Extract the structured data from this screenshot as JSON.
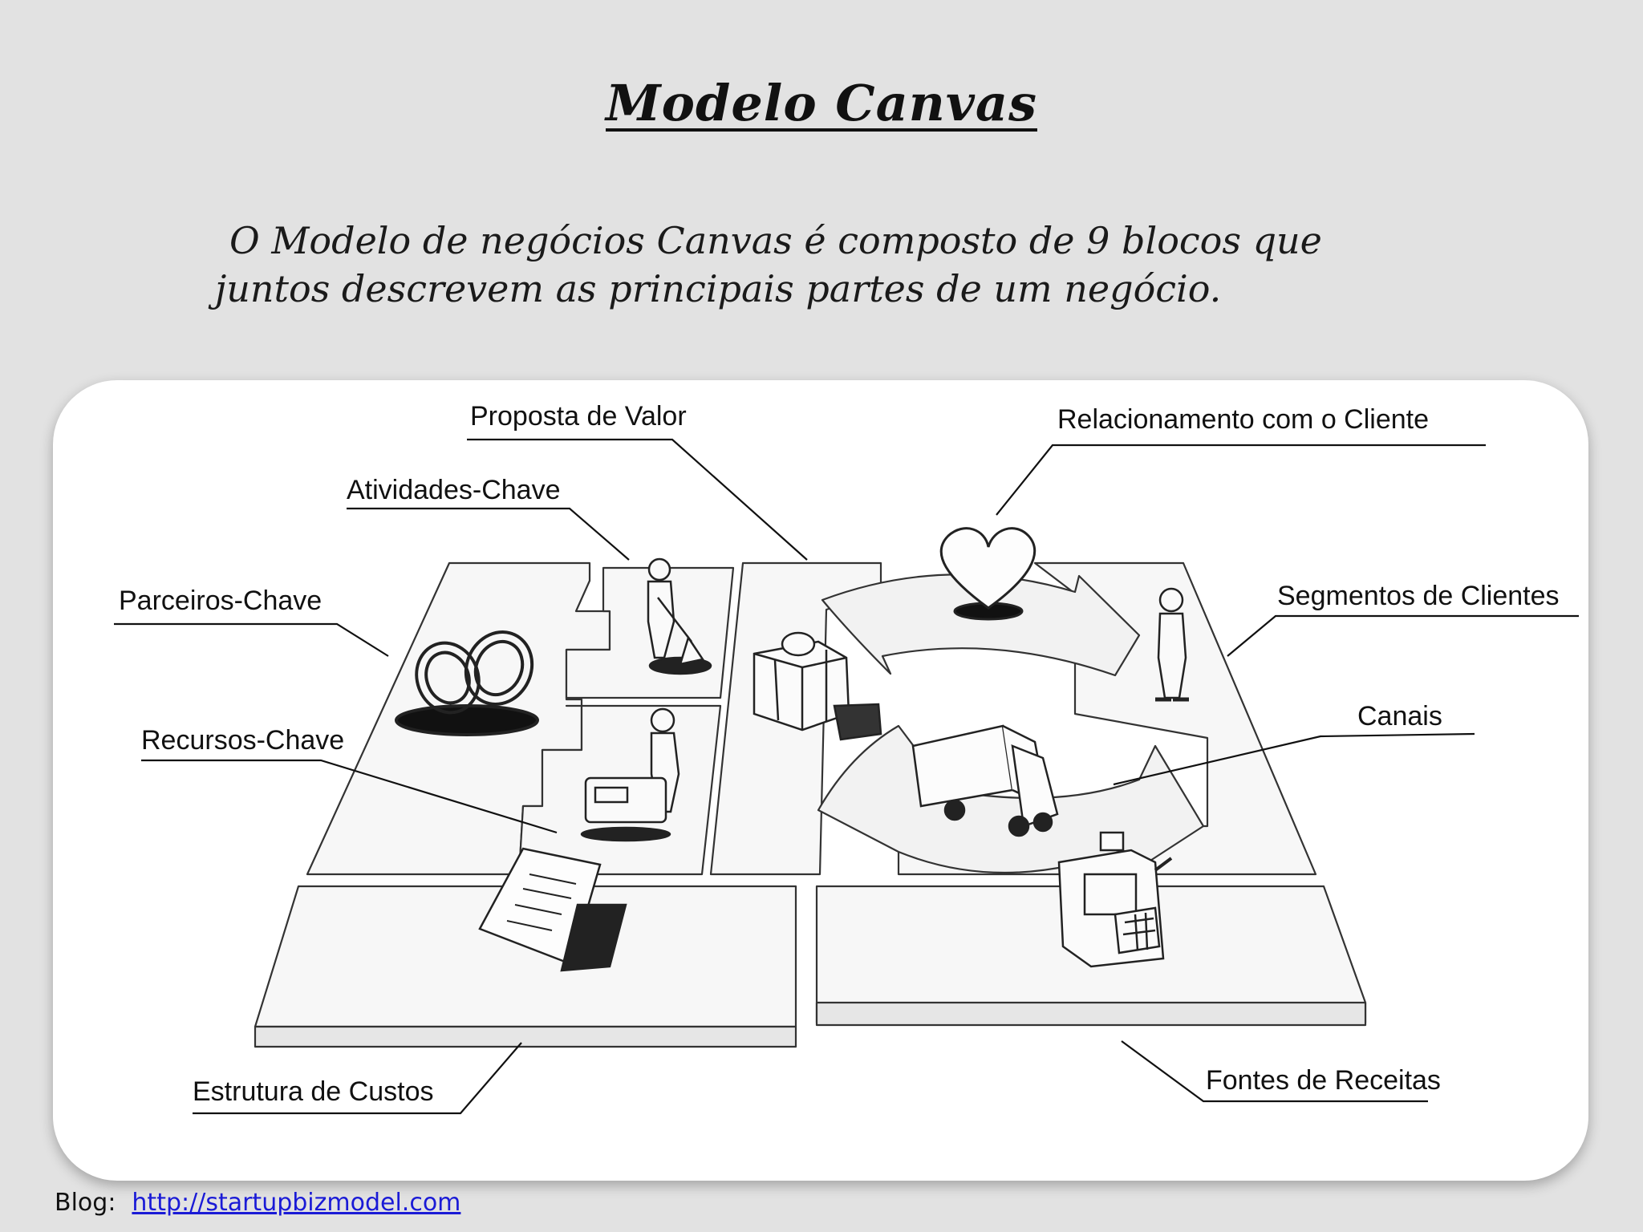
{
  "title": "Modelo Canvas",
  "subtitle": {
    "line1": "O Modelo de negócios Canvas é composto de 9 blocos que",
    "line2": "juntos descrevem as principais partes de um negócio."
  },
  "diagram": {
    "labels": {
      "proposta": "Proposta de Valor",
      "relacionamento": "Relacionamento com o Cliente",
      "atividades": "Atividades-Chave",
      "parceiros": "Parceiros-Chave",
      "segmentos": "Segmentos de Clientes",
      "canais": "Canais",
      "recursos": "Recursos-Chave",
      "custos": "Estrutura de Custos",
      "receitas": "Fontes de Receitas"
    }
  },
  "footer": {
    "label": "Blog:",
    "link": "http://startupbizmodel.com"
  }
}
